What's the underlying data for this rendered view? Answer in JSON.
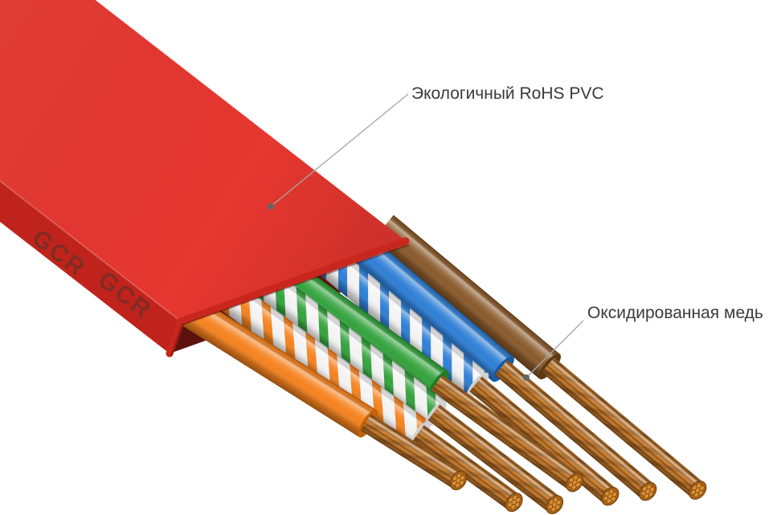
{
  "annotations": {
    "jacket_label": "Экологичный RoHS PVC",
    "copper_label": "Оксидированная медь"
  },
  "logo": {
    "text": "GCR"
  },
  "colors": {
    "background": "#ffffff",
    "jacket_red": "#e63730",
    "jacket_front_red": "#c0231b",
    "jacket_interior": "#5e120d",
    "copper": "#c17729",
    "label_text": "#3a3a3a",
    "leader_line": "#a6a6a6"
  },
  "wires": [
    {
      "label": "orange",
      "insulation": "solid",
      "color": "#f5821e"
    },
    {
      "label": "white-orange",
      "insulation": "striped",
      "color": "#f5821e",
      "base": "#f3f3f3"
    },
    {
      "label": "green",
      "insulation": "solid",
      "color": "#33a23c"
    },
    {
      "label": "white-green",
      "insulation": "striped",
      "color": "#33a23c",
      "base": "#f3f3f3"
    },
    {
      "label": "white-blue",
      "insulation": "striped",
      "color": "#2e7fd6",
      "base": "#f3f3f3"
    },
    {
      "label": "blue",
      "insulation": "solid",
      "color": "#2e7fd6"
    },
    {
      "label": "brown",
      "insulation": "solid",
      "color": "#8a5a2b"
    }
  ]
}
